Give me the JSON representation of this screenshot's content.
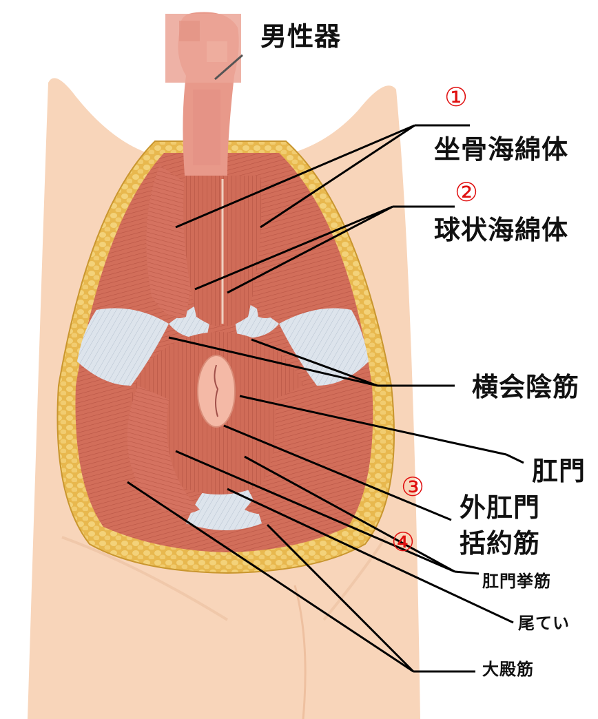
{
  "labels": {
    "male_organ": "男性器",
    "ischiocavernosus": "坐骨海綿体",
    "bulbospongiosus": "球状海綿体",
    "transverse_perineal": "横会陰筋",
    "anus": "肛門",
    "external_sphincter_line1": "外肛門",
    "external_sphincter_line2": "括約筋",
    "levator_ani": "肛門挙筋",
    "coccyx": "尾てい",
    "gluteus_maximus": "大殿筋"
  },
  "markers": {
    "m1": "①",
    "m2": "②",
    "m3": "③",
    "m4": "④"
  },
  "colors": {
    "skin": "#f7d2b6",
    "fat": "#ecc060",
    "muscle": "#d5705c",
    "ligament": "#dfe6ee",
    "marker": "#e01010",
    "line": "#000000"
  }
}
